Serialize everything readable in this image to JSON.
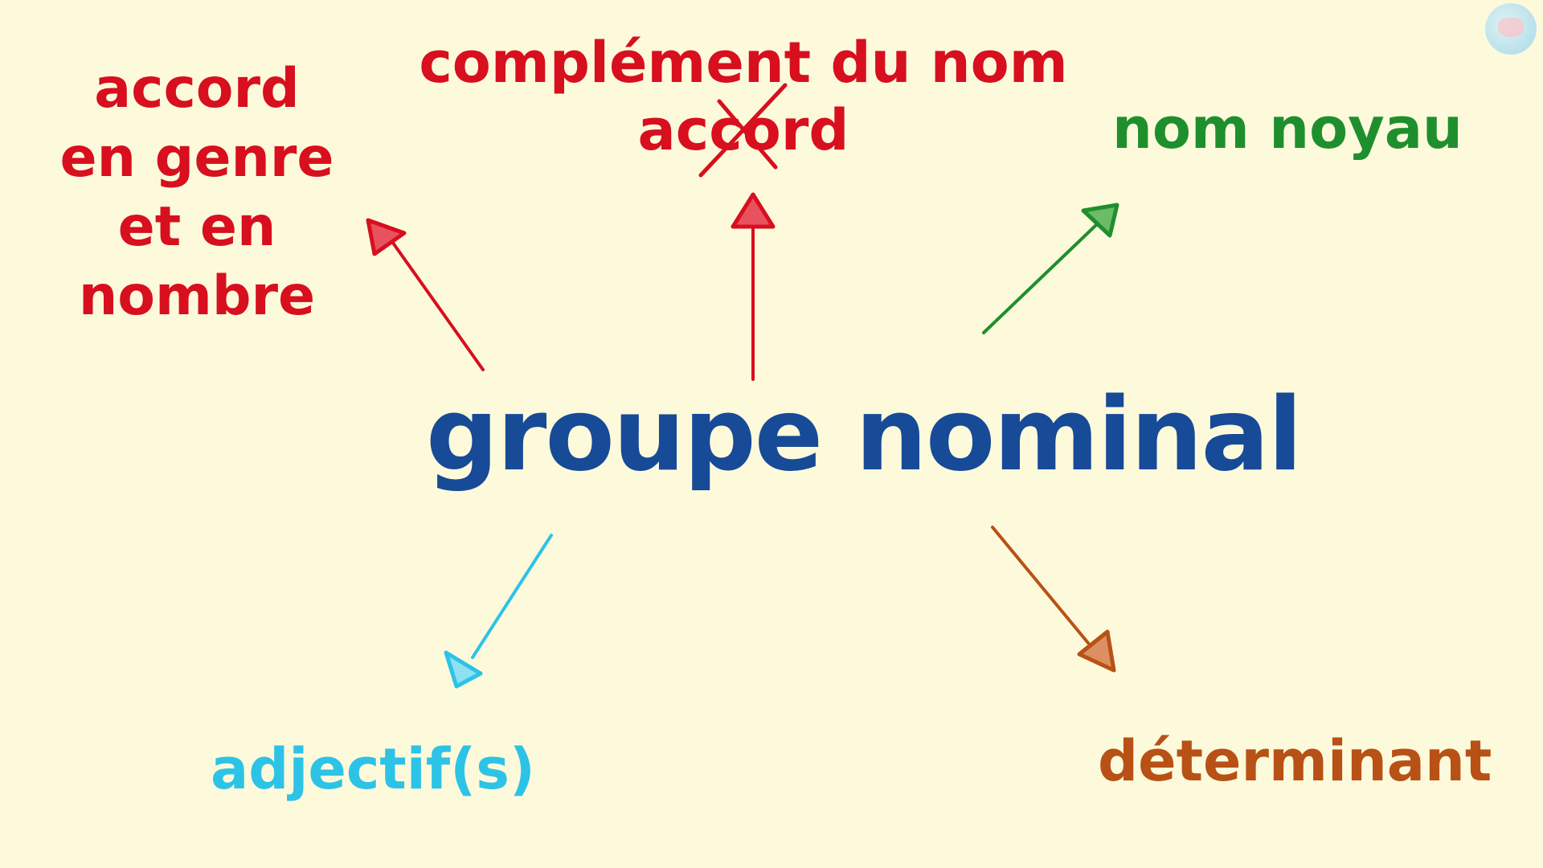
{
  "center": {
    "text": "groupe nominal",
    "color": "#174a97"
  },
  "accord": {
    "lines": [
      "accord",
      "en genre",
      "et en",
      "nombre"
    ],
    "color": "#d70f1e"
  },
  "complement": {
    "line1": "complément du nom",
    "line2": "accord",
    "line2_crossed_out": true,
    "color": "#d70f1e"
  },
  "noyau": {
    "text": "nom noyau",
    "color": "#1f8f2d"
  },
  "adjectif": {
    "text": "adjectif(s)",
    "color": "#2dc3e6"
  },
  "determinant": {
    "text": "déterminant",
    "color": "#b85116"
  },
  "arrows": [
    {
      "name": "arrow-to-accord",
      "color": "#d70f1e",
      "head_fill": "#e8525e"
    },
    {
      "name": "arrow-to-complement",
      "color": "#d70f1e",
      "head_fill": "#e8525e"
    },
    {
      "name": "arrow-to-noyau",
      "color": "#1f8f2d",
      "head_fill": "#6cbb68"
    },
    {
      "name": "arrow-to-adjectif",
      "color": "#2dc3e6",
      "head_fill": "#8ee0f2"
    },
    {
      "name": "arrow-to-determinant",
      "color": "#b85116",
      "head_fill": "#db8f62"
    }
  ],
  "logo": {
    "icon": "brain-logo-icon"
  }
}
